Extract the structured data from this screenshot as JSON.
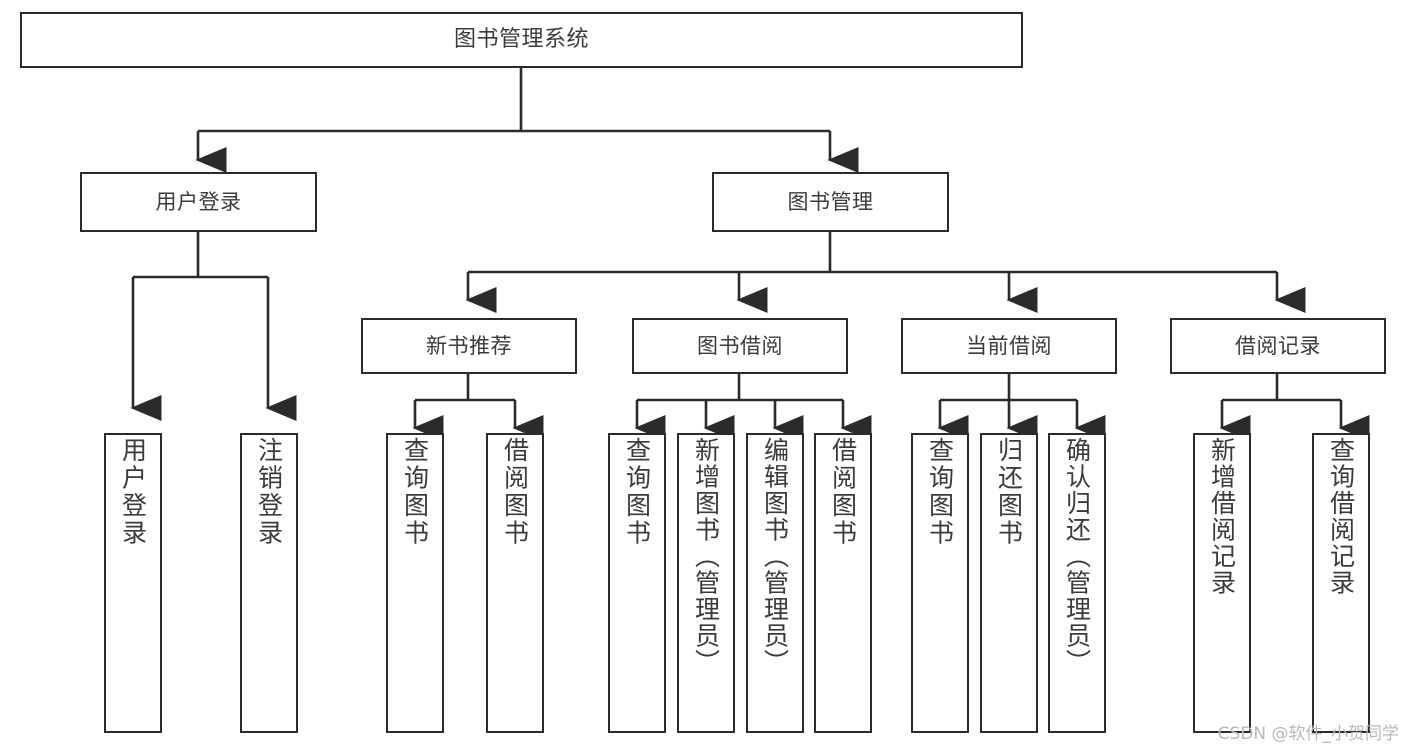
{
  "diagram": {
    "title": "图书管理系统",
    "type": "tree-hierarchy-chart",
    "root": {
      "label": "图书管理系统"
    },
    "level2": [
      {
        "label": "用户登录"
      },
      {
        "label": "图书管理"
      }
    ],
    "level3": [
      {
        "label": "新书推荐"
      },
      {
        "label": "图书借阅"
      },
      {
        "label": "当前借阅"
      },
      {
        "label": "借阅记录"
      }
    ],
    "leaves": {
      "user_login": [
        {
          "label": "用户登录"
        },
        {
          "label": "注销登录"
        }
      ],
      "new_book_recommend": [
        {
          "label": "查询图书"
        },
        {
          "label": "借阅图书"
        }
      ],
      "book_borrow": [
        {
          "label": "查询图书"
        },
        {
          "label": "新增图书（管理员）"
        },
        {
          "label": "编辑图书（管理员）"
        },
        {
          "label": "借阅图书"
        }
      ],
      "current_borrow": [
        {
          "label": "查询图书"
        },
        {
          "label": "归还图书"
        },
        {
          "label": "确认归还（管理员）"
        }
      ],
      "borrow_record": [
        {
          "label": "新增借阅记录"
        },
        {
          "label": "查询借阅记录"
        }
      ]
    }
  },
  "watermark": {
    "text": "CSDN @软件_小贺同学"
  },
  "colors": {
    "border": "#2b2b2b",
    "text": "#3b3b3b",
    "background": "#ffffff",
    "watermark": "#b9b9b9"
  }
}
